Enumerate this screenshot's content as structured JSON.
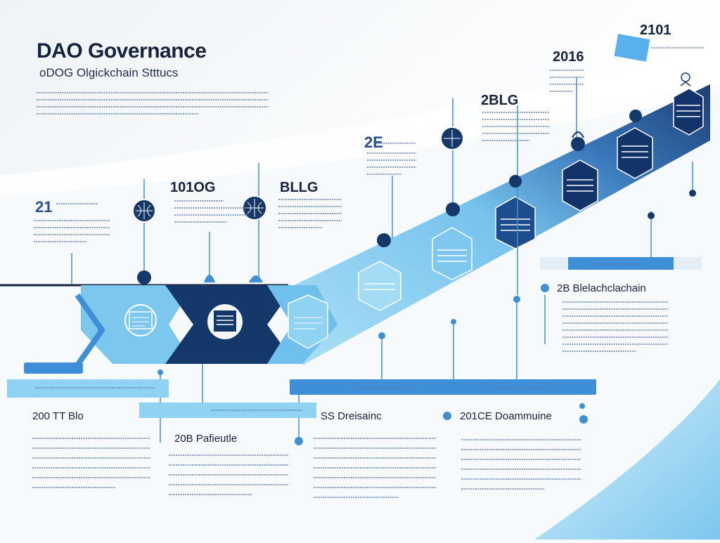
{
  "header": {
    "title": "DAO Governance",
    "subtitle": "oDOG Olgickchain Stttucs"
  },
  "top_right": {
    "year": "2101",
    "subtext": "2016"
  },
  "milestones": [
    {
      "label": "21"
    },
    {
      "label": "101OG"
    },
    {
      "label": "BLLG"
    },
    {
      "label": "2E"
    },
    {
      "label": "2BLG"
    },
    {
      "label": "2016"
    }
  ],
  "right_panel": {
    "label": "2B Blelachclachain"
  },
  "bottom_labels": [
    {
      "label": "200 TT Blo"
    },
    {
      "label": "20B Pafieutle"
    },
    {
      "label": "SS Dreisainc"
    },
    {
      "label": "201CE Doammuine"
    }
  ],
  "colors": {
    "navy": "#15386b",
    "light_blue": "#7cc7ee",
    "mid_blue": "#3f8fd8",
    "pale": "#a9dcf5"
  }
}
